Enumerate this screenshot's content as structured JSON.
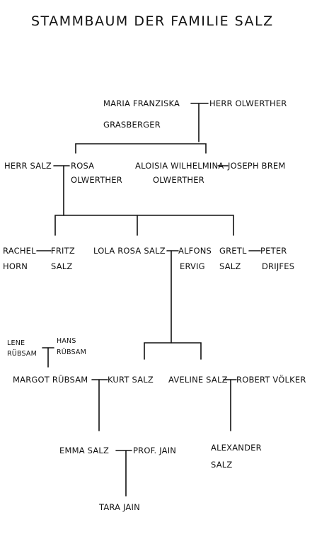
{
  "title": "STAMMBAUM DER FAMILIE SALZ",
  "people": {
    "maria_l1": "MARIA FRANZISKA",
    "maria_l2": "GRASBERGER",
    "olwerther": "HERR OLWERTHER",
    "herr_salz": "HERR SALZ",
    "rosa_l1": "ROSA",
    "rosa_l2": "OLWERTHER",
    "aloisia_l1": "ALOISIA WILHELMINA",
    "aloisia_l2": "OLWERTHER",
    "joseph": "JOSEPH BREM",
    "rachel_l1": "RACHEL",
    "rachel_l2": "HORN",
    "fritz_l1": "FRITZ",
    "fritz_l2": "SALZ",
    "lola": "LOLA ROSA SALZ",
    "alfons_l1": "ALFONS",
    "alfons_l2": "ERVIG",
    "gretl_l1": "GRETL",
    "gretl_l2": "SALZ",
    "peter_l1": "PETER",
    "peter_l2": "DRIJFES",
    "lene_l1": "LENE",
    "lene_l2": "RÜBSAM",
    "hans_l1": "HANS",
    "hans_l2": "RÜBSAM",
    "margot": "MARGOT RÜBSAM",
    "kurt": "KURT SALZ",
    "aveline": "AVELINE SALZ",
    "robert": "ROBERT VÖLKER",
    "emma": "EMMA SALZ",
    "prof_jain": "PROF. JAIN",
    "alexander_l1": "ALEXANDER",
    "alexander_l2": "SALZ",
    "tara": "TARA JAIN"
  }
}
